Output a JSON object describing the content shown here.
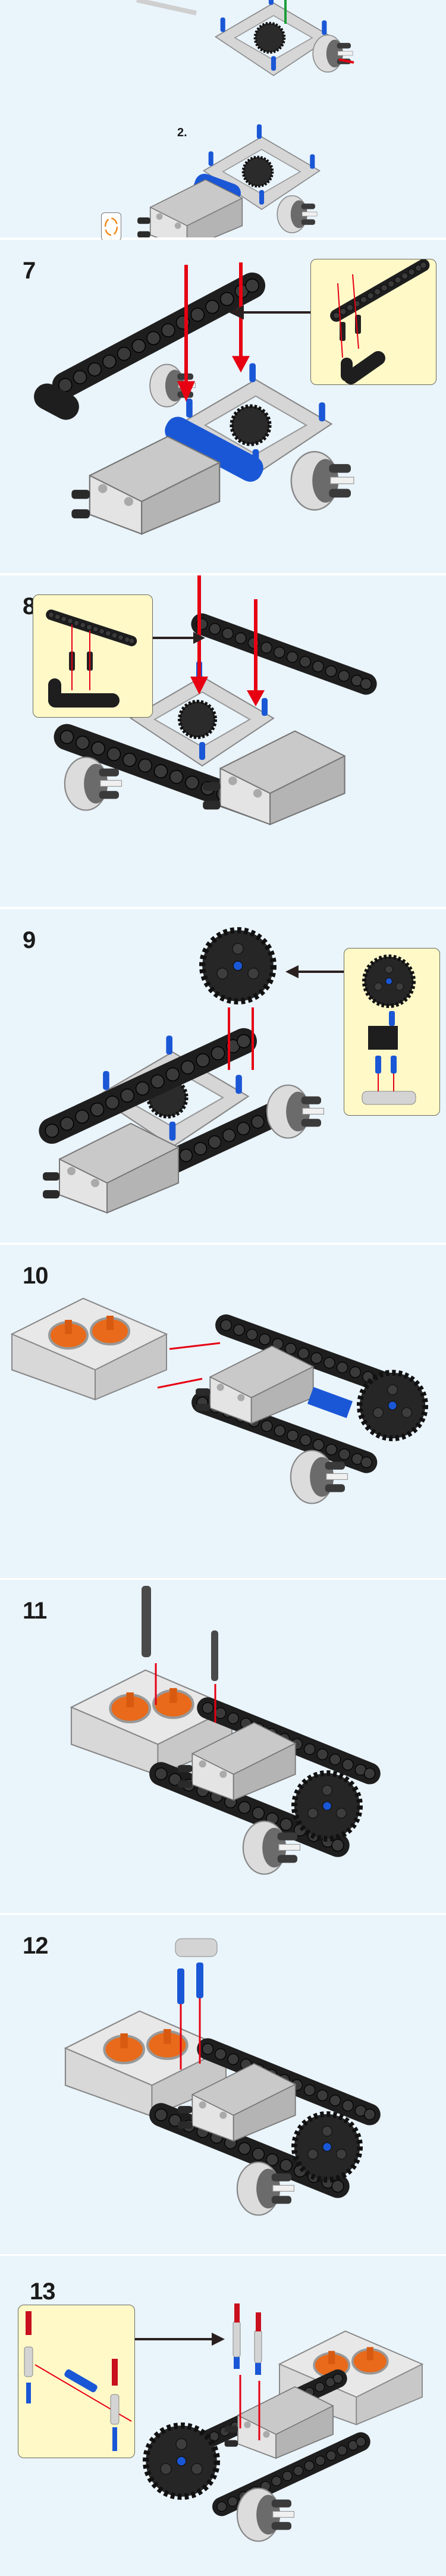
{
  "page": {
    "background": "#eaf4fb",
    "inset_background": "#fff9c8"
  },
  "steps": [
    {
      "number": "",
      "sub_label": "2.",
      "icon": "rotate-model-icon"
    },
    {
      "number": "7"
    },
    {
      "number": "8"
    },
    {
      "number": "9"
    },
    {
      "number": "10"
    },
    {
      "number": "11"
    },
    {
      "number": "12"
    },
    {
      "number": "13"
    }
  ],
  "colors": {
    "arrow": "#e60012",
    "beam": "#1e1e1e",
    "pin_blue": "#1a57d6",
    "light_gray": "#d4d4d4",
    "orange": "#e86a1a",
    "axle_red": "#c8101e"
  }
}
